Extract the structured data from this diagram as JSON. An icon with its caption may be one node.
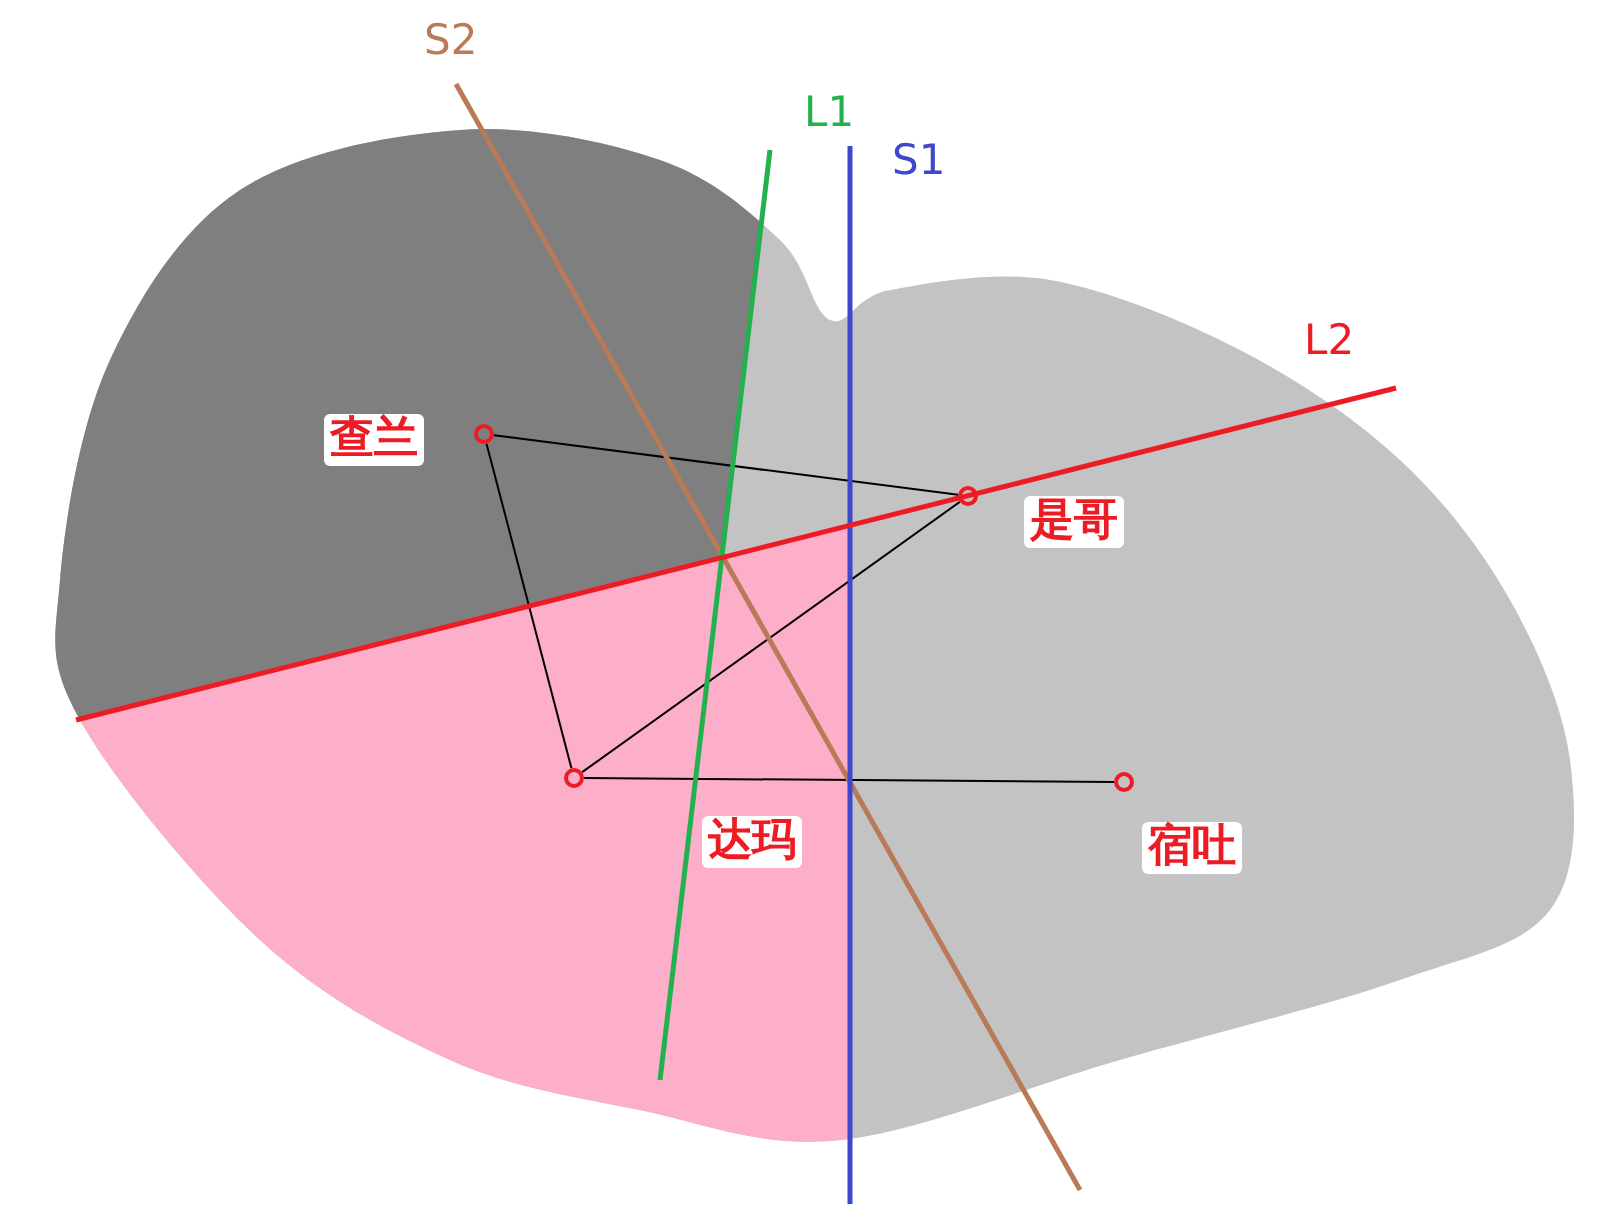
{
  "diagram": {
    "nodes": [
      {
        "text": [],
        "shape": "circle",
        "beside": [
          "查兰"
        ]
      },
      {
        "text": [],
        "shape": "circle",
        "beside": [
          "是哥"
        ]
      },
      {
        "text": [],
        "shape": "circle",
        "beside": [
          "达玛"
        ]
      },
      {
        "text": [],
        "shape": "circle",
        "beside": [
          "宿吐"
        ]
      }
    ],
    "edges": [
      {
        "from": 0,
        "to": 1,
        "arrow": "none"
      },
      {
        "from": 0,
        "to": 2,
        "arrow": "none"
      },
      {
        "from": 2,
        "to": 1,
        "arrow": "none"
      },
      {
        "from": 2,
        "to": 3,
        "arrow": "none"
      }
    ],
    "labels": [
      "S2",
      "L1",
      "S1",
      "L2"
    ]
  }
}
